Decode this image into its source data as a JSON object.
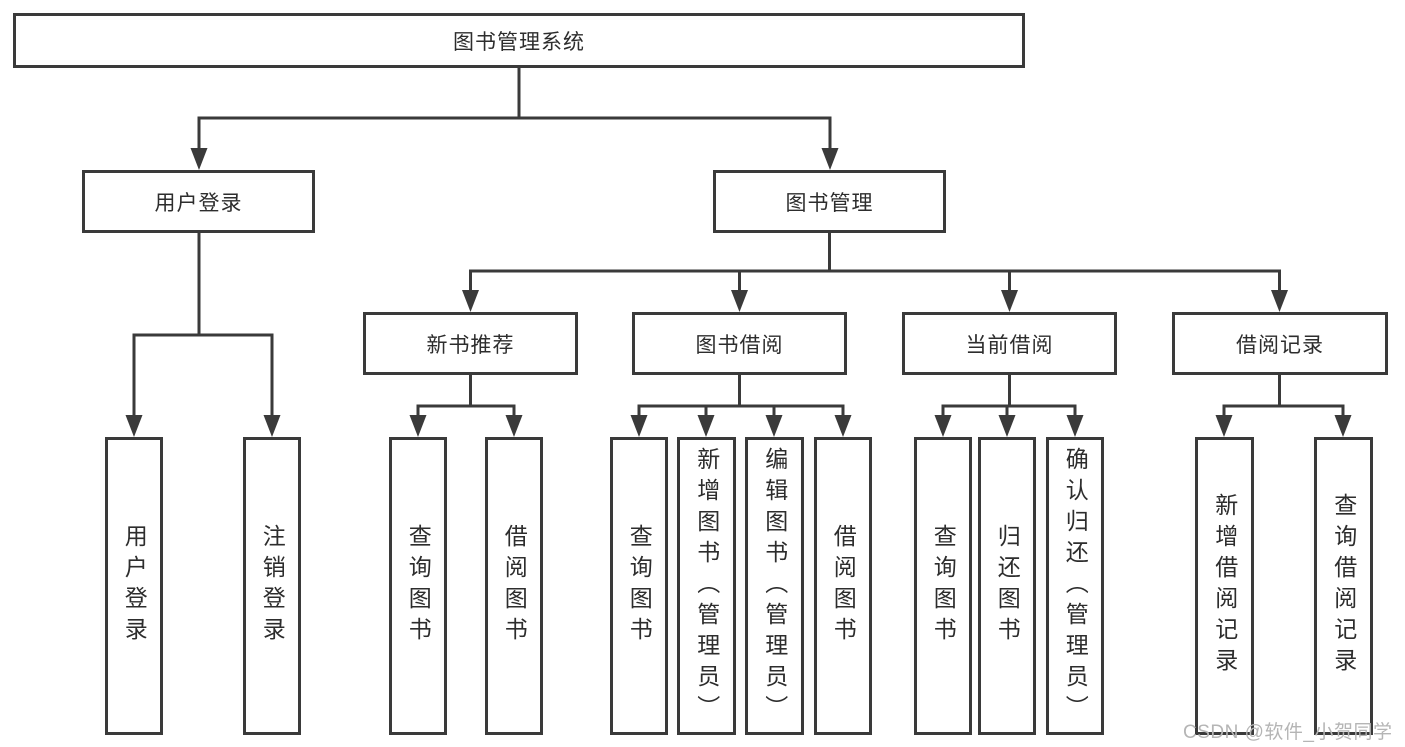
{
  "colors": {
    "line": "#3a3a3a",
    "box_border": "#3a3a3a",
    "box_fill": "#ffffff",
    "text": "#2d2d2d",
    "watermark": "#b5b5b5",
    "background": "#ffffff"
  },
  "diagram": {
    "root": {
      "label": "图书管理系统"
    },
    "level2": [
      {
        "label": "用户登录"
      },
      {
        "label": "图书管理"
      }
    ],
    "level3": [
      {
        "label": "新书推荐",
        "parent": "图书管理"
      },
      {
        "label": "图书借阅",
        "parent": "图书管理"
      },
      {
        "label": "当前借阅",
        "parent": "图书管理"
      },
      {
        "label": "借阅记录",
        "parent": "图书管理"
      }
    ],
    "leaves": [
      {
        "label": "用户登录",
        "parent": "用户登录"
      },
      {
        "label": "注销登录",
        "parent": "用户登录"
      },
      {
        "label": "查询图书",
        "parent": "新书推荐"
      },
      {
        "label": "借阅图书",
        "parent": "新书推荐"
      },
      {
        "label": "查询图书",
        "parent": "图书借阅"
      },
      {
        "label": "新增图书（管理员）",
        "parent": "图书借阅"
      },
      {
        "label": "编辑图书（管理员）",
        "parent": "图书借阅"
      },
      {
        "label": "借阅图书",
        "parent": "图书借阅"
      },
      {
        "label": "查询图书",
        "parent": "当前借阅"
      },
      {
        "label": "归还图书",
        "parent": "当前借阅"
      },
      {
        "label": "确认归还（管理员）",
        "parent": "当前借阅"
      },
      {
        "label": "新增借阅记录",
        "parent": "借阅记录"
      },
      {
        "label": "查询借阅记录",
        "parent": "借阅记录"
      }
    ]
  },
  "watermark": {
    "text": "CSDN @软件_小贺同学"
  }
}
